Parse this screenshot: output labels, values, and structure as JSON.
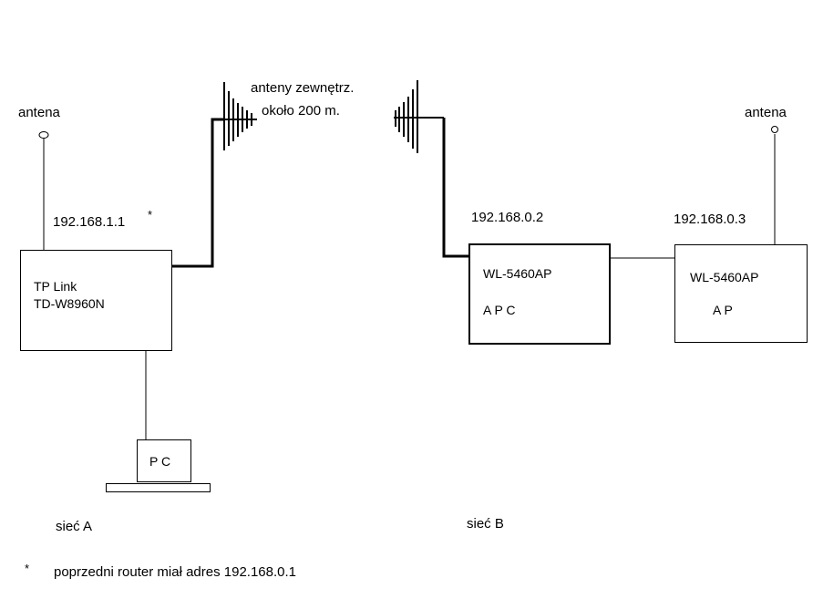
{
  "left": {
    "antenna_label": "antena",
    "ip": "192.168.1.1",
    "ip_mark": "*",
    "router_line1": "TP Link",
    "router_line2": "TD-W8960N",
    "pc_label": "P C",
    "network_label": "sieć A"
  },
  "link": {
    "label_line1": "anteny zewnętrz.",
    "label_line2": "około 200 m."
  },
  "center": {
    "ip": "192.168.0.2",
    "device_model": "WL-5460AP",
    "device_mode": "A P C",
    "network_label": "sieć B"
  },
  "right": {
    "antenna_label": "antena",
    "ip": "192.168.0.3",
    "device_model": "WL-5460AP",
    "device_mode": "A P"
  },
  "footnote": {
    "mark": "*",
    "text": "poprzedni router miał adres 192.168.0.1"
  }
}
